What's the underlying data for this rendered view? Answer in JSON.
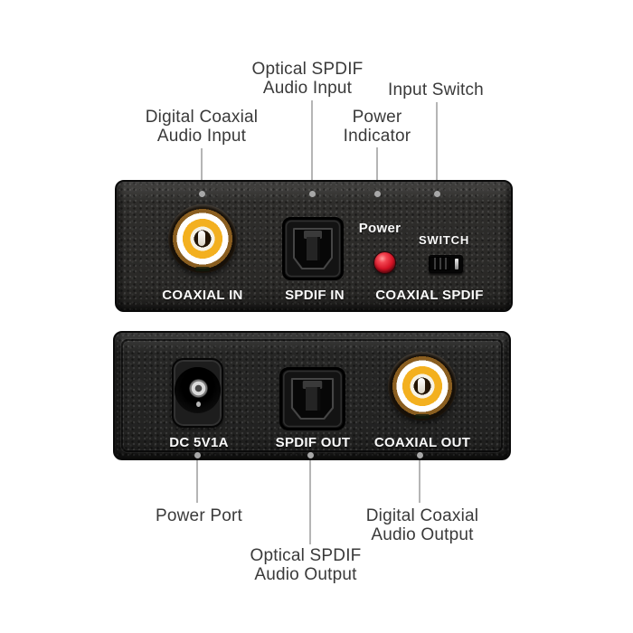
{
  "title": "Digital audio converter ports diagram",
  "colors": {
    "background": "#ffffff",
    "device_body_top": "#2e2d2b",
    "device_body_bottom": "#262625",
    "port_label_text": "#fafafa",
    "callout_text": "#3a3a3a",
    "leader_line": "#b5b5b5",
    "led_red": "#d41224",
    "rca_yellow": "#f3b01f"
  },
  "top_callouts": {
    "digital_coaxial": {
      "line1": "Digital Coaxial",
      "line2": "Audio Input"
    },
    "optical_spdif": {
      "line1": "Optical SPDIF",
      "line2": "Audio Input"
    },
    "power_indicator": {
      "line1": "Power",
      "line2": "Indicator"
    },
    "input_switch": {
      "line1": "Input Switch"
    }
  },
  "top_panel": {
    "coaxial_in_label": "COAXIAL IN",
    "spdif_in_label": "SPDIF IN",
    "power_label": "Power",
    "switch_label": "SWITCH",
    "switch_options_label": "COAXIAL SPDIF"
  },
  "bottom_panel": {
    "dc_label": "DC 5V1A",
    "spdif_out_label": "SPDIF OUT",
    "coaxial_out_label": "COAXIAL OUT"
  },
  "bottom_callouts": {
    "power_port": {
      "line1": "Power Port"
    },
    "optical_spdif": {
      "line1": "Optical SPDIF",
      "line2": "Audio Output"
    },
    "digital_coaxial": {
      "line1": "Digital Coaxial",
      "line2": "Audio Output"
    }
  }
}
